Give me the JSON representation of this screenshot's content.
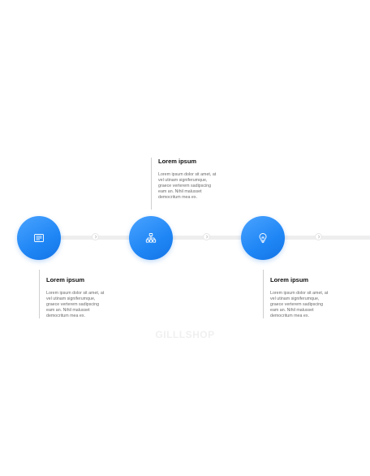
{
  "steps": [
    {
      "icon": "calculator-icon",
      "title": "Lorem ipsum",
      "body": "Lorem ipsum dolor sit amet, at\nvel utinam signiferumque,\ngraece verterem sadipscing\neam an. Nihil malusset\ndemocritum mea ex."
    },
    {
      "icon": "org-chart-icon",
      "title": "Lorem ipsum",
      "body": "Lorem ipsum dolor sit amet, at\nvel utinam signiferumque,\ngraece verterem sadipscing\neam an. Nihil malusset\ndemocritum mea ex."
    },
    {
      "icon": "lightbulb-icon",
      "title": "Lorem ipsum",
      "body": "Lorem ipsum dolor sit amet, at\nvel utinam signiferumque,\ngraece verterem sadipscing\neam an. Nihil malusset\ndemocritum mea ex."
    }
  ],
  "watermark": "GILLLSHOP",
  "colors": {
    "accent": "#1f86f5",
    "track": "#eeeeee",
    "title": "#111111",
    "body": "#6b6b6b"
  }
}
